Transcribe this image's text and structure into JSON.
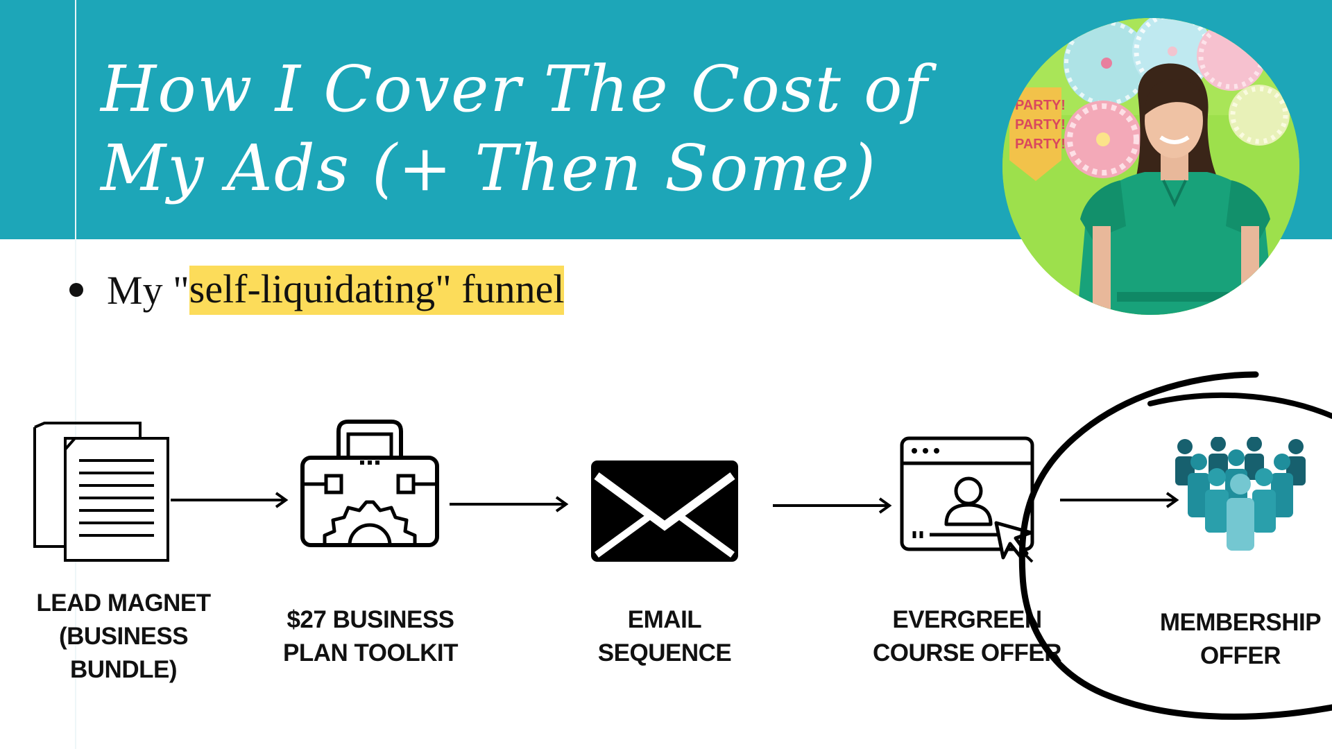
{
  "slide": {
    "title_line1": "How I Cover The Cost of",
    "title_line2": "My Ads (+ Then Some)",
    "bullet": {
      "prefix": "My \"",
      "highlight": "self-liquidating\" funnel"
    }
  },
  "colors": {
    "header": "#1da6b8",
    "highlight": "#fcdc5a",
    "team_icon_teal": "#1f8e9c",
    "team_icon_dark": "#17606e",
    "team_icon_light": "#74c7d1"
  },
  "photo": {
    "banner_text": "PARTY! PARTY! PARTY!"
  },
  "funnel": {
    "steps": [
      {
        "icon": "documents-icon",
        "lines": [
          "LEAD MAGNET",
          "(BUSINESS",
          "BUNDLE)"
        ]
      },
      {
        "icon": "toolbox-icon",
        "lines": [
          "$27 BUSINESS",
          "PLAN TOOLKIT"
        ]
      },
      {
        "icon": "envelope-icon",
        "lines": [
          "EMAIL",
          "SEQUENCE"
        ]
      },
      {
        "icon": "browser-profile-icon",
        "lines": [
          "EVERGREEN",
          "COURSE OFFER"
        ]
      },
      {
        "icon": "team-icon",
        "lines": [
          "MEMBERSHIP",
          "OFFER"
        ]
      }
    ]
  }
}
